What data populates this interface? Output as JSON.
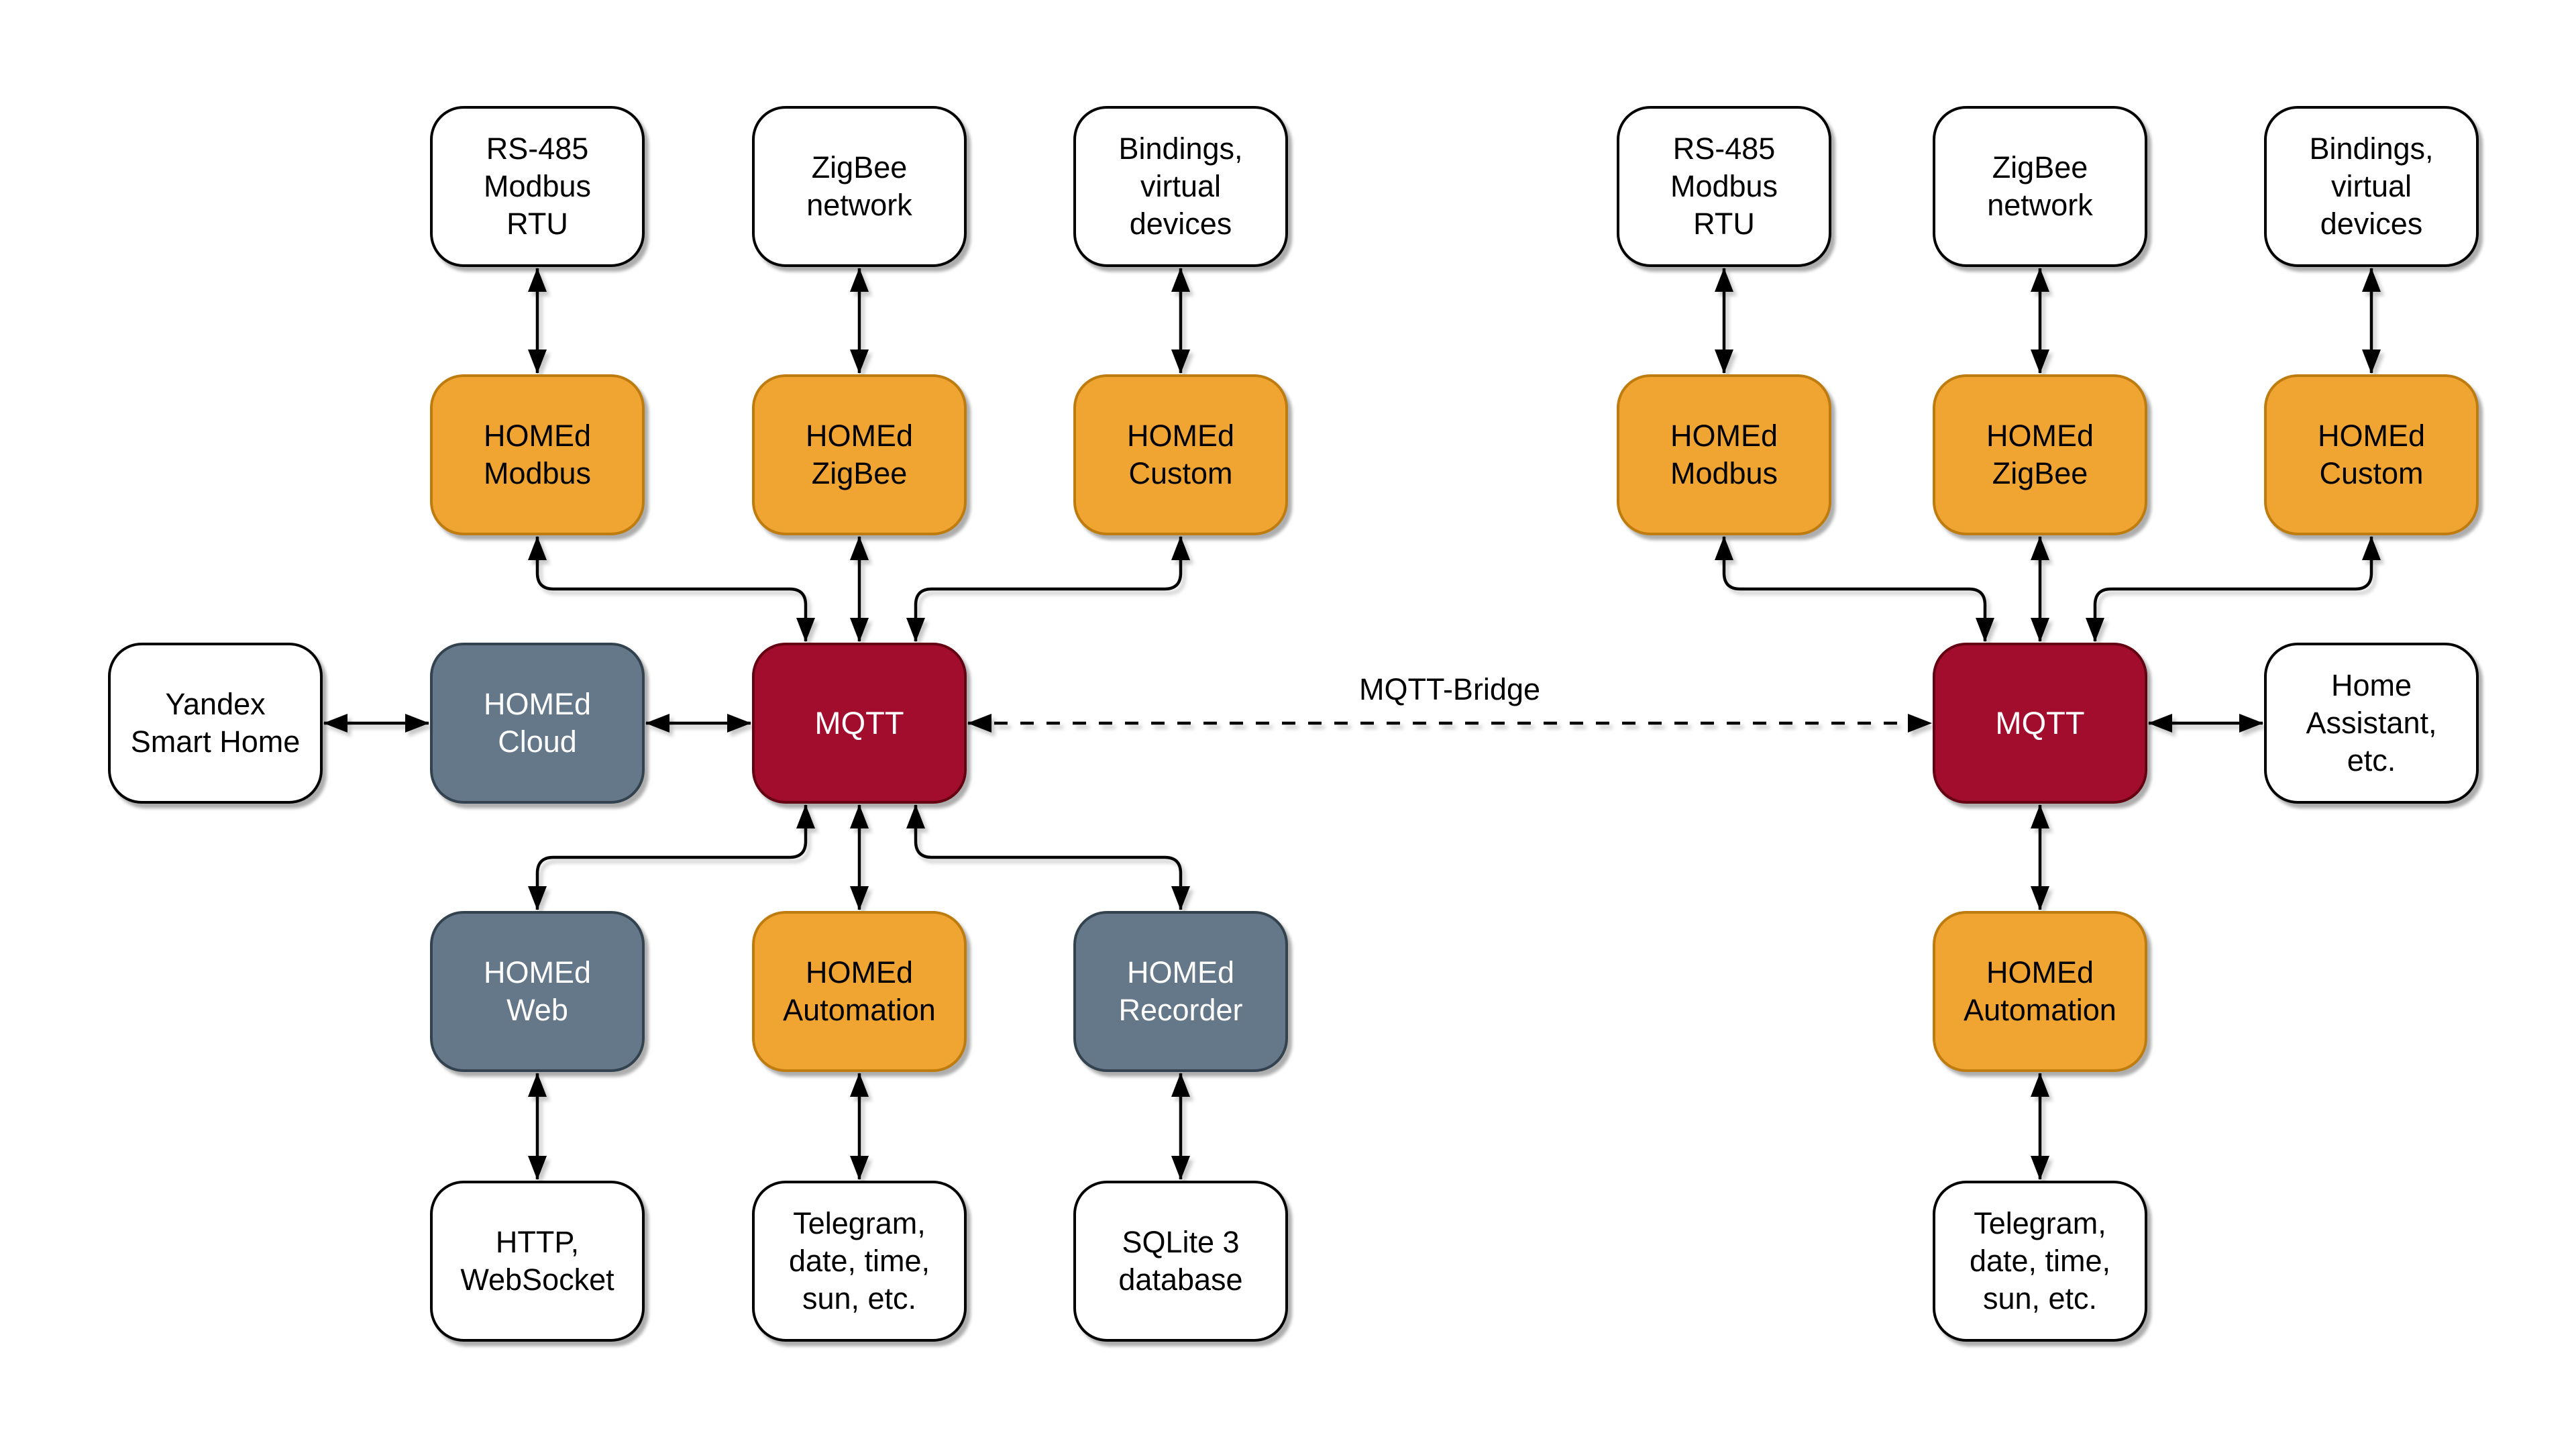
{
  "colors": {
    "page_bg": "#FFFFFF",
    "orange_fill": "#F0A431",
    "orange_stroke": "#BE7C0E",
    "gray_fill": "#64788A",
    "gray_stroke": "#33424F",
    "red_fill": "#A30D2D",
    "red_stroke": "#640012",
    "white_fill": "#FFFFFF",
    "black_stroke": "#000000",
    "edge_color": "#000000"
  },
  "bridge_label": "MQTT-Bridge",
  "nodes": {
    "rs485_left": "RS-485\nModbus\nRTU",
    "zigbee_net_left": "ZigBee\nnetwork",
    "bindings_left": "Bindings,\nvirtual\ndevices",
    "homed_modbus_left": "HOMEd\nModbus",
    "homed_zigbee_left": "HOMEd\nZigBee",
    "homed_custom_left": "HOMEd\nCustom",
    "yandex": "Yandex\nSmart Home",
    "homed_cloud": "HOMEd\nCloud",
    "mqtt_left": "MQTT",
    "homed_web": "HOMEd\nWeb",
    "homed_automation_left": "HOMEd\nAutomation",
    "homed_recorder": "HOMEd\nRecorder",
    "http_websocket": "HTTP,\nWebSocket",
    "telegram_left": "Telegram,\ndate, time,\nsun, etc.",
    "sqlite": "SQLite 3\ndatabase",
    "rs485_right": "RS-485\nModbus\nRTU",
    "zigbee_net_right": "ZigBee\nnetwork",
    "bindings_right": "Bindings,\nvirtual\ndevices",
    "homed_modbus_right": "HOMEd\nModbus",
    "homed_zigbee_right": "HOMEd\nZigBee",
    "homed_custom_right": "HOMEd\nCustom",
    "mqtt_right": "MQTT",
    "home_assistant": "Home\nAssistant,\netc.",
    "homed_automation_right": "HOMEd\nAutomation",
    "telegram_right": "Telegram,\ndate, time,\nsun, etc."
  }
}
